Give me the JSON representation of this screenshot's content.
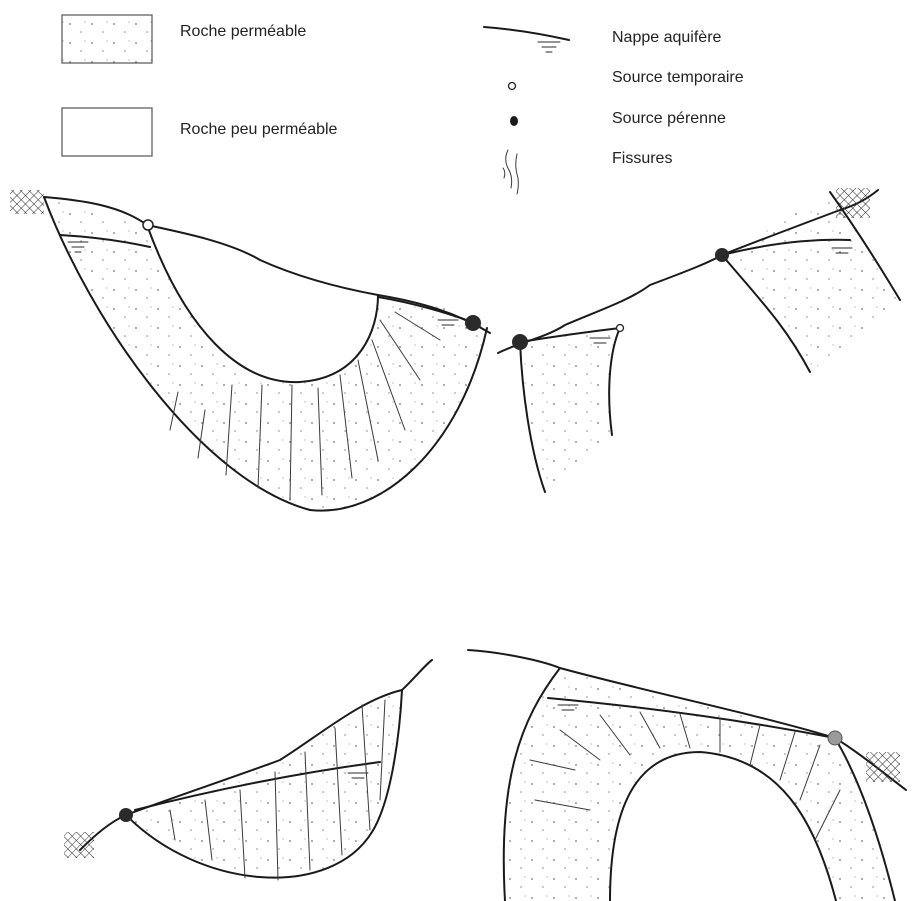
{
  "legend": {
    "permeable_rock": "Roche perméable",
    "low_permeability_rock": "Roche peu perméable",
    "water_table": "Nappe aquifère",
    "temporary_spring": "Source temporaire",
    "perennial_spring": "Source pérenne",
    "fissures": "Fissures"
  },
  "colors": {
    "ink": "#1a1a1a",
    "background": "#ffffff",
    "perennial_spring": "#2a2a2a",
    "gray_spring": "#9a9a9a"
  },
  "icons": [
    "temporary-spring-icon",
    "perennial-spring-icon",
    "fissures-icon",
    "water-table-icon",
    "hatch-ground-icon"
  ]
}
